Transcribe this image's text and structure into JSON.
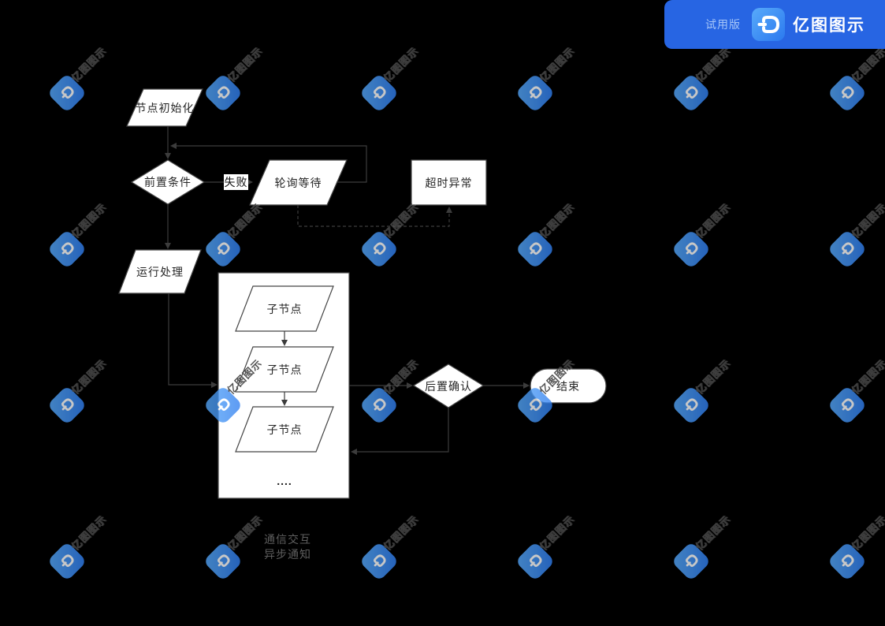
{
  "banner": {
    "trial_label": "试用版",
    "app_name": "亿图图示"
  },
  "watermark": {
    "text": "亿图图示"
  },
  "flowchart": {
    "nodes": {
      "init": {
        "label": "节点初始化",
        "shape": "parallelogram"
      },
      "precondition": {
        "label": "前置条件",
        "shape": "decision"
      },
      "polling": {
        "label": "轮询等待",
        "shape": "parallelogram"
      },
      "timeout": {
        "label": "超时异常",
        "shape": "process"
      },
      "run": {
        "label": "运行处理",
        "shape": "parallelogram"
      },
      "child": {
        "label": "子节点",
        "shape": "parallelogram"
      },
      "postconfirm": {
        "label": "后置确认",
        "shape": "decision"
      },
      "end": {
        "label": "结束",
        "shape": "terminator"
      }
    },
    "edge_labels": {
      "fail": "失败"
    },
    "ellipsis": "....",
    "legend": {
      "communication": "通信交互",
      "async": "异步通知"
    }
  },
  "colors": {
    "background": "#000000",
    "connector_line": "#3c3c3c",
    "shape_fill": "#ffffff",
    "shape_border": "#454545",
    "banner_bg": "#2765e3",
    "icon_blue_start": "#58aafa",
    "icon_blue_end": "#2e7cef",
    "watermark_text": "#454545",
    "legend_text": "#5e5e5e"
  }
}
